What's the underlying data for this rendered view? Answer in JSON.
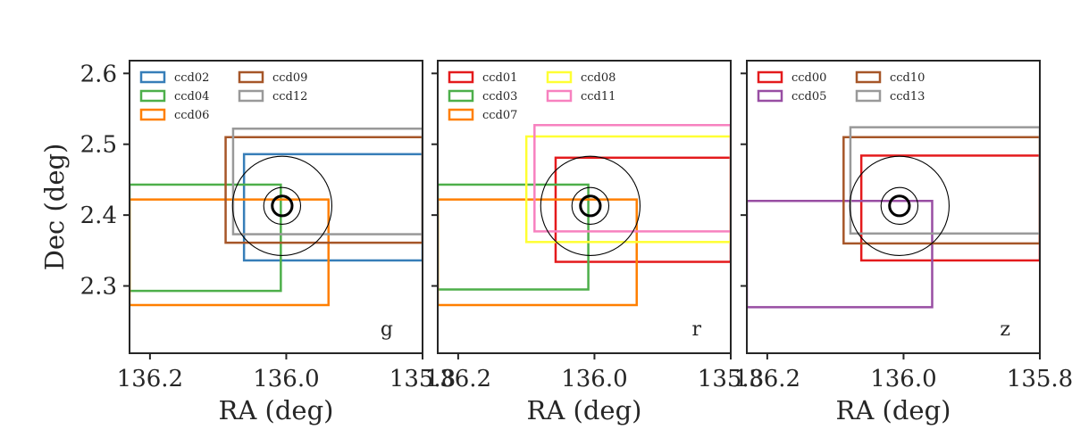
{
  "chart_data": [
    {
      "type": "scatter",
      "band": "g",
      "xlabel": "RA (deg)",
      "ylabel": "Dec (deg)",
      "xlim": [
        136.23,
        135.8
      ],
      "ylim": [
        2.205,
        2.618
      ],
      "xticks": [
        136.2,
        136.0,
        135.8
      ],
      "xtick_labels": [
        "136.2",
        "136.0",
        "135.8"
      ],
      "yticks": [
        2.3,
        2.4,
        2.5,
        2.6
      ],
      "ytick_labels": [
        "2.3",
        "2.4",
        "2.5",
        "2.6"
      ],
      "legend": {
        "position": "top-left",
        "columns": 2
      },
      "target": {
        "ra": 136.006,
        "dec": 2.413,
        "radii": [
          0.014,
          0.026,
          0.07
        ]
      },
      "ccds": [
        {
          "name": "ccd02",
          "color": "#377eb8",
          "ra_min": 135.8,
          "ra_max": 136.062,
          "dec_min": 2.336,
          "dec_max": 2.486
        },
        {
          "name": "ccd04",
          "color": "#4daf4a",
          "ra_min": 136.008,
          "ra_max": 136.23,
          "dec_min": 2.293,
          "dec_max": 2.443
        },
        {
          "name": "ccd06",
          "color": "#ff7f00",
          "ra_min": 135.938,
          "ra_max": 136.23,
          "dec_min": 2.273,
          "dec_max": 2.422
        },
        {
          "name": "ccd09",
          "color": "#a65628",
          "ra_min": 135.8,
          "ra_max": 136.089,
          "dec_min": 2.361,
          "dec_max": 2.51
        },
        {
          "name": "ccd12",
          "color": "#999999",
          "ra_min": 135.8,
          "ra_max": 136.078,
          "dec_min": 2.373,
          "dec_max": 2.522
        }
      ]
    },
    {
      "type": "scatter",
      "band": "r",
      "xlabel": "RA (deg)",
      "ylabel": "",
      "xlim": [
        136.23,
        135.8
      ],
      "ylim": [
        2.205,
        2.618
      ],
      "xticks": [
        136.2,
        136.0,
        135.8
      ],
      "xtick_labels": [
        "136.2",
        "136.0",
        "135.8"
      ],
      "yticks": [
        2.3,
        2.4,
        2.5,
        2.6
      ],
      "ytick_labels": [],
      "legend": {
        "position": "top-left",
        "columns": 2
      },
      "target": {
        "ra": 136.006,
        "dec": 2.413,
        "radii": [
          0.014,
          0.026,
          0.07
        ]
      },
      "ccds": [
        {
          "name": "ccd01",
          "color": "#e41a1c",
          "ra_min": 135.8,
          "ra_max": 136.057,
          "dec_min": 2.334,
          "dec_max": 2.481
        },
        {
          "name": "ccd03",
          "color": "#4daf4a",
          "ra_min": 136.009,
          "ra_max": 136.23,
          "dec_min": 2.295,
          "dec_max": 2.443
        },
        {
          "name": "ccd07",
          "color": "#ff7f00",
          "ra_min": 135.938,
          "ra_max": 136.23,
          "dec_min": 2.273,
          "dec_max": 2.422
        },
        {
          "name": "ccd08",
          "color": "#ffff33",
          "ra_min": 135.8,
          "ra_max": 136.1,
          "dec_min": 2.362,
          "dec_max": 2.511
        },
        {
          "name": "ccd11",
          "color": "#f781bf",
          "ra_min": 135.8,
          "ra_max": 136.088,
          "dec_min": 2.377,
          "dec_max": 2.527
        }
      ]
    },
    {
      "type": "scatter",
      "band": "z",
      "xlabel": "RA (deg)",
      "ylabel": "",
      "xlim": [
        136.23,
        135.8
      ],
      "ylim": [
        2.205,
        2.618
      ],
      "xticks": [
        136.2,
        136.0,
        135.8
      ],
      "xtick_labels": [
        "136.2",
        "136.0",
        "135.8"
      ],
      "yticks": [
        2.3,
        2.4,
        2.5,
        2.6
      ],
      "ytick_labels": [],
      "legend": {
        "position": "top-left",
        "columns": 2
      },
      "target": {
        "ra": 136.006,
        "dec": 2.413,
        "radii": [
          0.014,
          0.026,
          0.07
        ]
      },
      "ccds": [
        {
          "name": "ccd00",
          "color": "#e41a1c",
          "ra_min": 135.8,
          "ra_max": 136.062,
          "dec_min": 2.336,
          "dec_max": 2.484
        },
        {
          "name": "ccd05",
          "color": "#984ea3",
          "ra_min": 135.958,
          "ra_max": 136.23,
          "dec_min": 2.27,
          "dec_max": 2.42
        },
        {
          "name": "ccd10",
          "color": "#a65628",
          "ra_min": 135.8,
          "ra_max": 136.088,
          "dec_min": 2.36,
          "dec_max": 2.51
        },
        {
          "name": "ccd13",
          "color": "#999999",
          "ra_min": 135.8,
          "ra_max": 136.078,
          "dec_min": 2.374,
          "dec_max": 2.524
        }
      ]
    }
  ]
}
